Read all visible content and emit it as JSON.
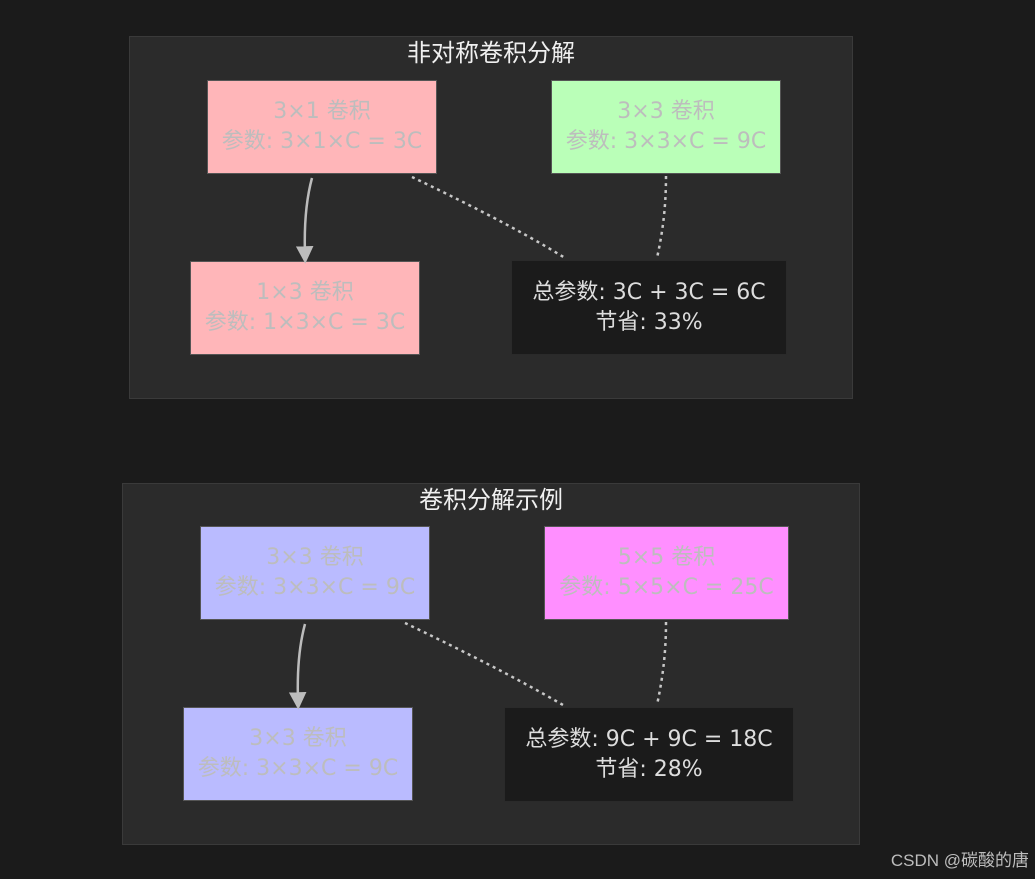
{
  "diagrams": [
    {
      "title": "非对称卷积分解",
      "nodes": {
        "a": {
          "line1": "3×1 卷积",
          "line2": "参数: 3×1×C = 3C",
          "color": "#ffb6b9"
        },
        "b": {
          "line1": "1×3 卷积",
          "line2": "参数: 1×3×C = 3C",
          "color": "#ffb6b9"
        },
        "c": {
          "line1": "3×3 卷积",
          "line2": "参数: 3×3×C = 9C",
          "color": "#baffb8"
        },
        "result": {
          "line1": "总参数: 3C + 3C = 6C",
          "line2": "节省: 33%"
        }
      }
    },
    {
      "title": "卷积分解示例",
      "nodes": {
        "a": {
          "line1": "3×3 卷积",
          "line2": "参数: 3×3×C = 9C",
          "color": "#babbff"
        },
        "b": {
          "line1": "3×3 卷积",
          "line2": "参数: 3×3×C = 9C",
          "color": "#babbff"
        },
        "c": {
          "line1": "5×5 卷积",
          "line2": "参数: 5×5×C = 25C",
          "color": "#ff8fff"
        },
        "result": {
          "line1": "总参数: 9C + 9C = 18C",
          "line2": "节省: 28%"
        }
      }
    }
  ],
  "watermark": "CSDN @碳酸的唐"
}
